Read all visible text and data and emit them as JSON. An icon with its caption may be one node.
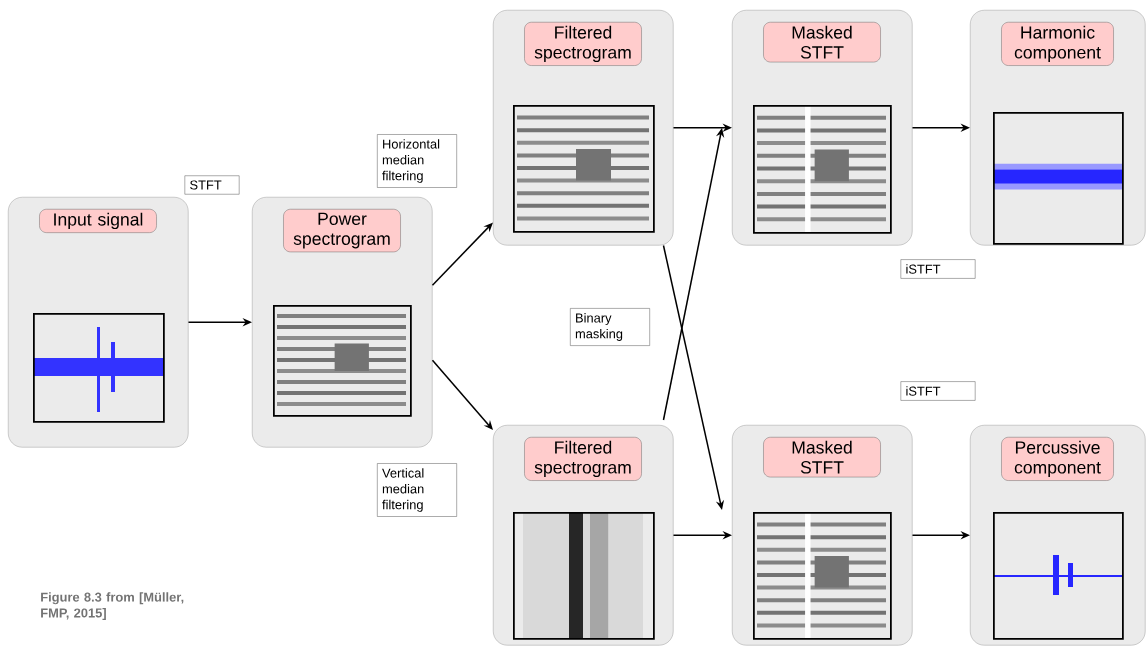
{
  "diagram": {
    "caption": "Figure 8.3 from [Müller, FMP, 2015]",
    "nodes": [
      {
        "text": [
          "Input signal"
        ]
      },
      {
        "text": [
          "Power spectrogram"
        ]
      },
      {
        "text": [
          "Filtered spectrogram"
        ]
      },
      {
        "text": [
          "Masked STFT"
        ]
      },
      {
        "text": [
          "Harmonic component"
        ]
      },
      {
        "text": [
          "Filtered spectrogram"
        ]
      },
      {
        "text": [
          "Masked STFT"
        ]
      },
      {
        "text": [
          "Percussive component"
        ]
      },
      {
        "text": [],
        "shape": "picture",
        "in": 0
      },
      {
        "text": [],
        "shape": "picture",
        "in": 1
      },
      {
        "text": [],
        "shape": "picture",
        "in": 2
      },
      {
        "text": [],
        "shape": "picture",
        "in": 3
      },
      {
        "text": [],
        "shape": "picture",
        "in": 4
      },
      {
        "text": [],
        "shape": "picture",
        "in": 5
      },
      {
        "text": [],
        "shape": "picture",
        "in": 6
      },
      {
        "text": [],
        "shape": "picture",
        "in": 7
      }
    ],
    "edges": [
      {
        "from": 0,
        "to": 1,
        "arrow": "to"
      },
      {
        "from": 1,
        "to": 2,
        "arrow": "to"
      },
      {
        "from": 1,
        "to": 5,
        "arrow": "to"
      },
      {
        "from": 2,
        "to": 3,
        "arrow": "to"
      },
      {
        "from": 2,
        "to": 6,
        "arrow": "to"
      },
      {
        "from": 5,
        "to": 3,
        "arrow": "to"
      },
      {
        "from": 5,
        "to": 6,
        "arrow": "to"
      },
      {
        "from": 3,
        "to": 4,
        "arrow": "to"
      },
      {
        "from": 6,
        "to": 7,
        "arrow": "to"
      }
    ],
    "labels": [
      "Horizontal median filtering",
      "STFT",
      "iSTFT",
      "Binary masking",
      "iSTFT",
      "Vertical median filtering"
    ]
  }
}
